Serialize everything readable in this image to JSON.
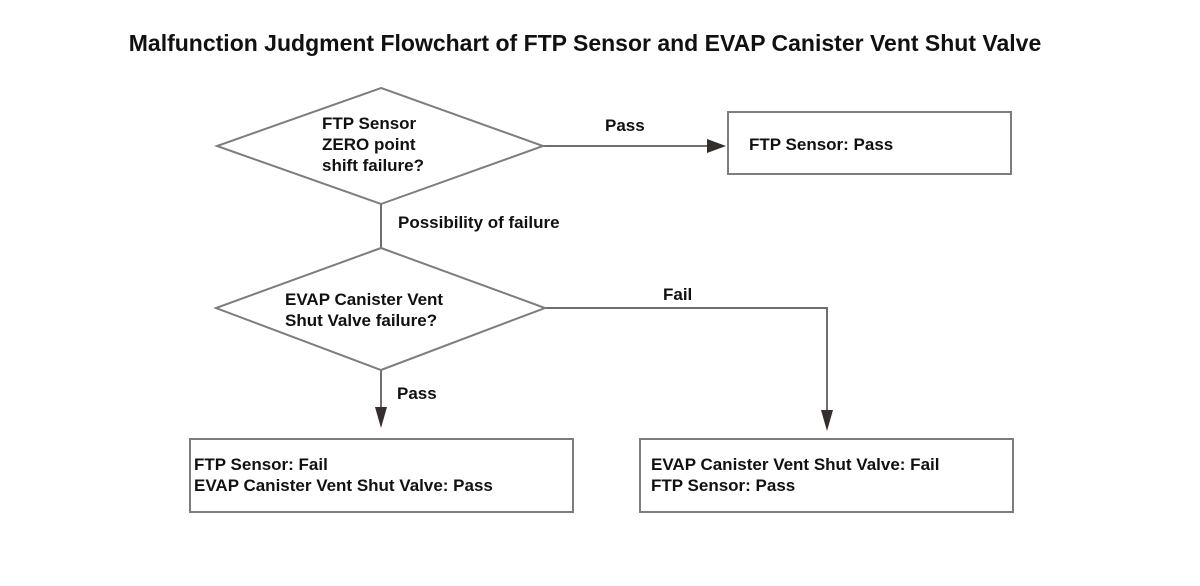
{
  "title": "Malfunction Judgment Flowchart of FTP Sensor and EVAP Canister Vent Shut Valve",
  "colors": {
    "background": "#ffffff",
    "text": "#111111",
    "shape_border": "#7d7d7d",
    "connector_line": "#6e6e6e",
    "arrowhead": "#342e2c"
  },
  "flowchart": {
    "decision_ftp_zero": {
      "lines": [
        "FTP Sensor",
        "ZERO point",
        "shift failure?"
      ]
    },
    "decision_evap_valve": {
      "lines": [
        "EVAP Canister Vent",
        "Shut Valve failure?"
      ]
    },
    "result_ftp_pass": {
      "lines": [
        "FTP Sensor: Pass"
      ]
    },
    "result_ftp_fail": {
      "lines": [
        "FTP Sensor: Fail",
        "EVAP Canister Vent Shut Valve: Pass"
      ]
    },
    "result_evap_fail": {
      "lines": [
        "EVAP Canister Vent Shut Valve: Fail",
        "FTP Sensor: Pass"
      ]
    },
    "labels": {
      "pass_top": "Pass",
      "possibility_of_failure": "Possibility of failure",
      "fail_right": "Fail",
      "pass_down": "Pass"
    }
  }
}
